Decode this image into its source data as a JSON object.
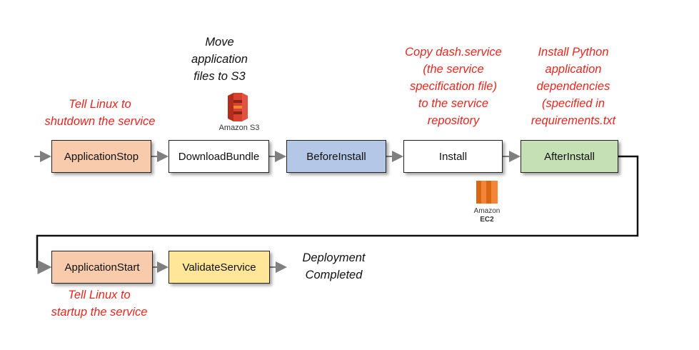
{
  "stages": {
    "application_stop": "ApplicationStop",
    "download_bundle": "DownloadBundle",
    "before_install": "BeforeInstall",
    "install": "Install",
    "after_install": "AfterInstall",
    "application_start": "ApplicationStart",
    "validate_service": "ValidateService"
  },
  "annotations": {
    "tell_linux_stop": "Tell Linux to\nshutdown the service",
    "move_files_s3": "Move\napplication\nfiles to S3",
    "copy_dash_service": "Copy dash.service\n(the service\nspecification file)\nto the service\nrepository",
    "install_python": "Install Python\napplication\ndependencies\n(specified in\nrequirements.txt",
    "tell_linux_start": "Tell Linux to\nstartup the service",
    "deployment_completed": "Deployment\nCompleted"
  },
  "icons": {
    "s3_icon": "aws-s3-icon",
    "s3_label": "Amazon S3",
    "ec2_icon": "aws-ec2-icon",
    "ec2_label_top": "Amazon",
    "ec2_label_bottom": "EC2"
  },
  "colors": {
    "application_stop_fill": "#f8cbad",
    "before_install_fill": "#b4c7e7",
    "after_install_fill": "#c5e0b4",
    "application_start_fill": "#f8cbad",
    "validate_service_fill": "#ffe699",
    "annotation_red": "#e8261e",
    "arrow_gray": "#7f7f7f"
  }
}
